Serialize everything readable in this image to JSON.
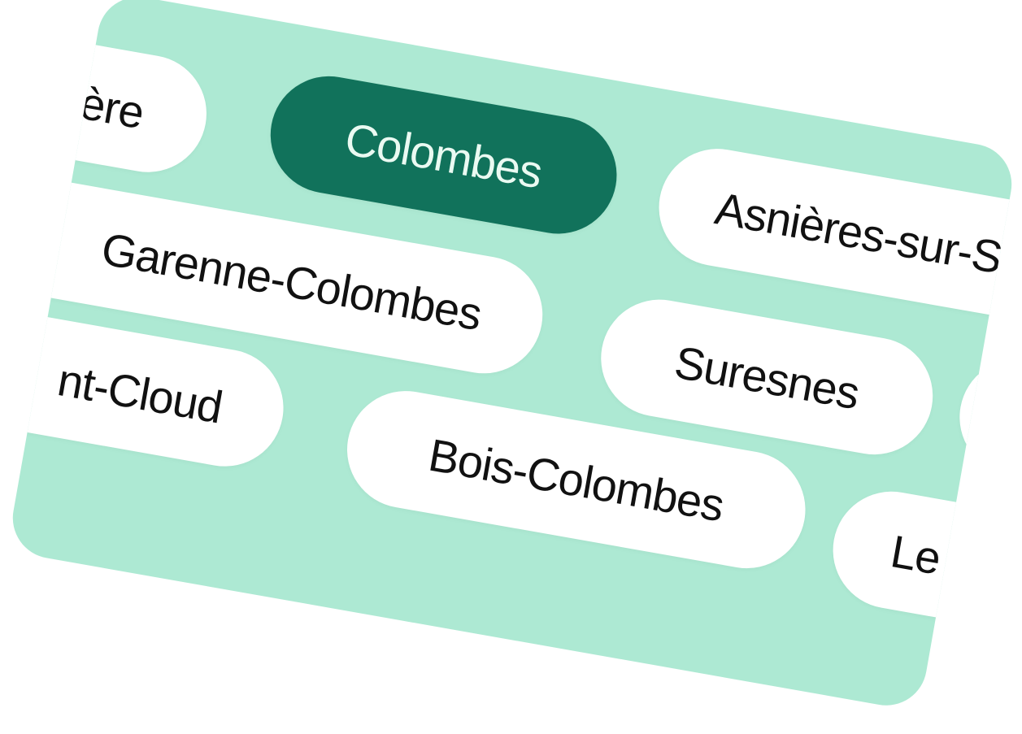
{
  "chips": [
    {
      "id": "chip-ere",
      "label": "ère",
      "selected": false
    },
    {
      "id": "chip-colombes",
      "label": "Colombes",
      "selected": true
    },
    {
      "id": "chip-asnieres",
      "label": "Asnières-sur-S",
      "selected": false
    },
    {
      "id": "chip-la-garenne",
      "label": "Garenne-Colombes",
      "selected": false
    },
    {
      "id": "chip-suresnes",
      "label": "Suresnes",
      "selected": false
    },
    {
      "id": "chip-edge",
      "label": "",
      "selected": false
    },
    {
      "id": "chip-saint-cloud",
      "label": "nt-Cloud",
      "selected": false
    },
    {
      "id": "chip-bois-colombes",
      "label": "Bois-Colombes",
      "selected": false
    },
    {
      "id": "chip-le-v",
      "label": "Le V",
      "selected": false
    }
  ],
  "colors": {
    "card_background": "#ade9d3",
    "chip_background": "#ffffff",
    "chip_selected_background": "#11725b",
    "chip_text": "#111111",
    "chip_selected_text": "#eafaf2"
  }
}
